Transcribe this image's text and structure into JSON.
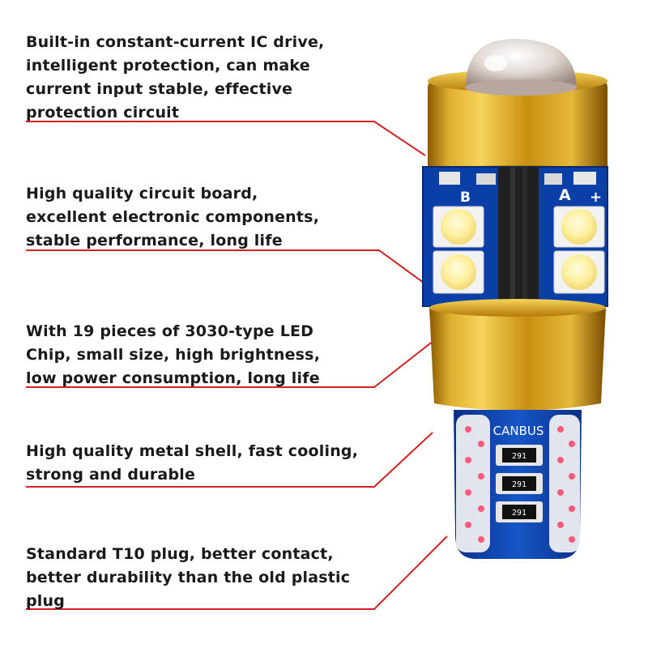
{
  "features": [
    {
      "text": "Built-in constant-current IC drive,\nintelligent protection, can make\ncurrent input stable, effective\nprotection circuit"
    },
    {
      "text": "High quality circuit board,\nexcellent electronic components,\nstable performance, long life"
    },
    {
      "text": "With 19 pieces of 3030-type LED\nChip, small size, high brightness,\nlow power consumption, long life"
    },
    {
      "text": "High quality metal shell, fast cooling,\nstrong and durable"
    },
    {
      "text": "Standard T10 plug, better contact,\nbetter durability than the old plastic\nplug"
    }
  ],
  "product": {
    "pcb_label_b": "B",
    "pcb_label_a": "A",
    "pcb_label_plus": "+",
    "canbus_label": "CANBUS",
    "resistor_codes": [
      "291",
      "291",
      "291"
    ]
  },
  "colors": {
    "callout_line": "#d42020",
    "gold": "#d9a21b",
    "pcb_blue": "#0b3fa8",
    "led_yellow": "#fff0a0"
  }
}
